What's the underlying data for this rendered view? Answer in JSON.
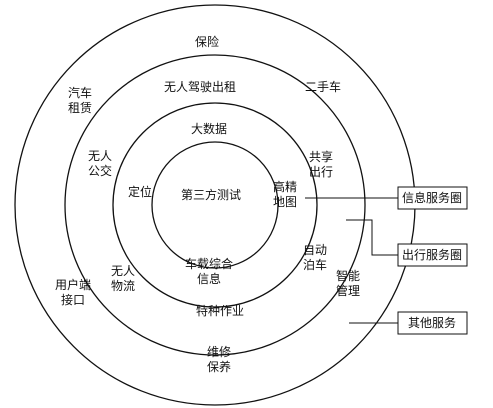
{
  "center": "第三方测试",
  "inner_ring": {
    "dingwei": "定位",
    "gaojing_ditu": [
      "高精",
      "地图"
    ],
    "chezai": [
      "车载综合",
      "信息"
    ]
  },
  "middle_ring": {
    "dashuju": "大数据",
    "gongxiang_chuxing": [
      "共享",
      "出行"
    ],
    "zidong_boche": [
      "自动",
      "泊车"
    ],
    "wuren_wuliu": [
      "无人",
      "物流"
    ],
    "wuren_gongjiao": [
      "无人",
      "公交"
    ]
  },
  "outer_ring": {
    "wuren_jiashi": "无人驾驶出租",
    "ershouche": "二手车",
    "zhineng_guanli": [
      "智能",
      "管理"
    ],
    "tezhong_zuoye": "特种作业",
    "yonghu_jiekou": [
      "用户端",
      "接口"
    ],
    "qiche_zulin": [
      "汽车",
      "租赁"
    ]
  },
  "outermost_ring": {
    "baoxian": "保险",
    "weixiu_baoyang": [
      "维修",
      "保养"
    ]
  },
  "legend": {
    "info": "信息服务圈",
    "travel": "出行服务圈",
    "other": "其他服务"
  }
}
